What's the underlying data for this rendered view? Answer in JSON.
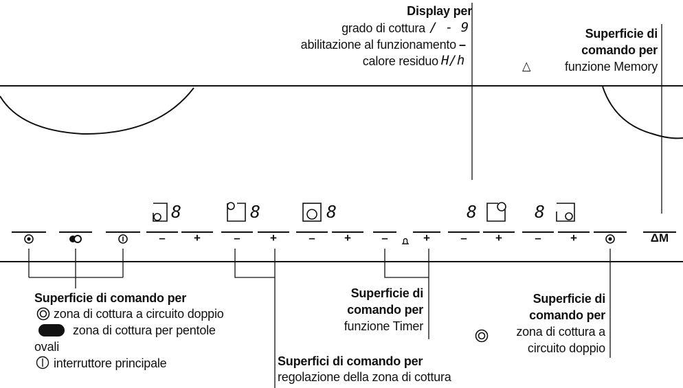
{
  "labels": {
    "display": {
      "title": "Display per",
      "line1": "grado di cottura",
      "line1_sym": "/ - 9",
      "line2": "abilitazione al funzionamento",
      "line2_sym": "–",
      "line3": "calore residuo",
      "line3_sym": "H/h"
    },
    "memory": {
      "title_l1": "Superficie di",
      "title_l2": "comando per",
      "line1_sym": "△",
      "line1": "funzione Memory"
    },
    "main": {
      "title": "Superficie di comando per",
      "line1": "zona di cottura a circuito doppio",
      "line2": "zona di cottura per pentole",
      "line3": "ovali",
      "line4": "interruttore principale"
    },
    "timer": {
      "title_l1": "Superficie di",
      "title_l2": "comando per",
      "line1": "funzione Timer"
    },
    "double_circuit": {
      "title_l1": "Superficie di",
      "title_l2": "comando per",
      "line1": "zona di cottura a",
      "line2": "circuito doppio"
    },
    "zone_reg": {
      "title": "Superfici di comando per",
      "line1": "regolazione della zona di cottura"
    }
  },
  "panel": {
    "buttons": {
      "minus": "–",
      "plus": "+",
      "memory": "ΔM"
    },
    "displays": {
      "digit": "8"
    }
  }
}
